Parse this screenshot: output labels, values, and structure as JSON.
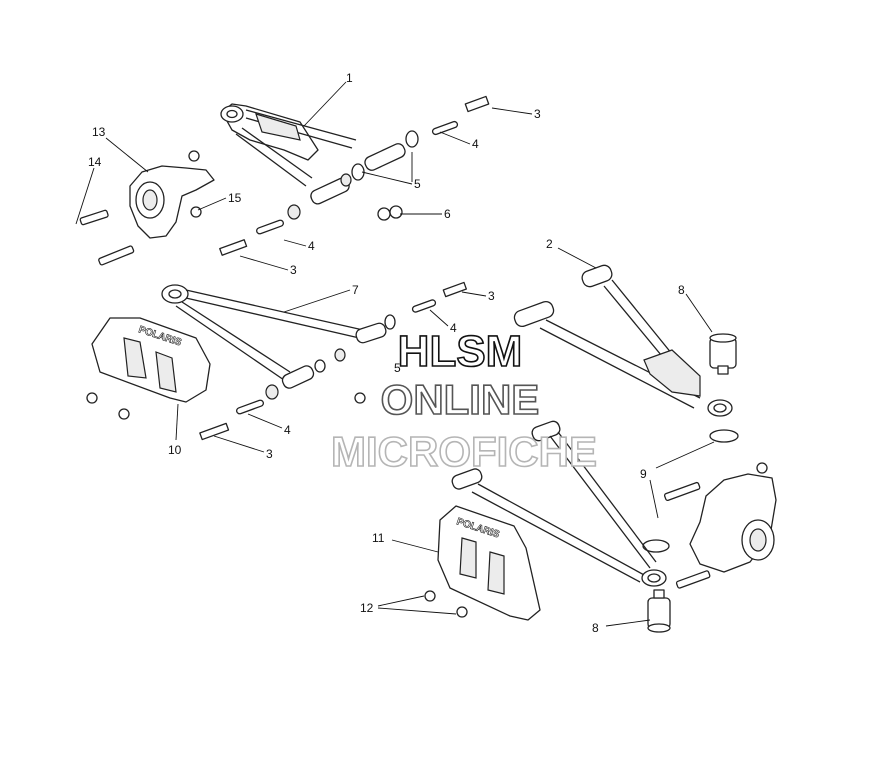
{
  "callouts": [
    "1",
    "2",
    "3",
    "4",
    "5",
    "6",
    "7",
    "8",
    "9",
    "10",
    "11",
    "12",
    "13",
    "14",
    "15"
  ],
  "guard_logo": "POLARIS",
  "watermark": {
    "line1": "HLSM",
    "line2": "ONLINE",
    "line3": "MICROFICHE",
    "colors": {
      "line1": "#111111",
      "line2": "#555555",
      "line3": "#b5b5b5"
    }
  }
}
